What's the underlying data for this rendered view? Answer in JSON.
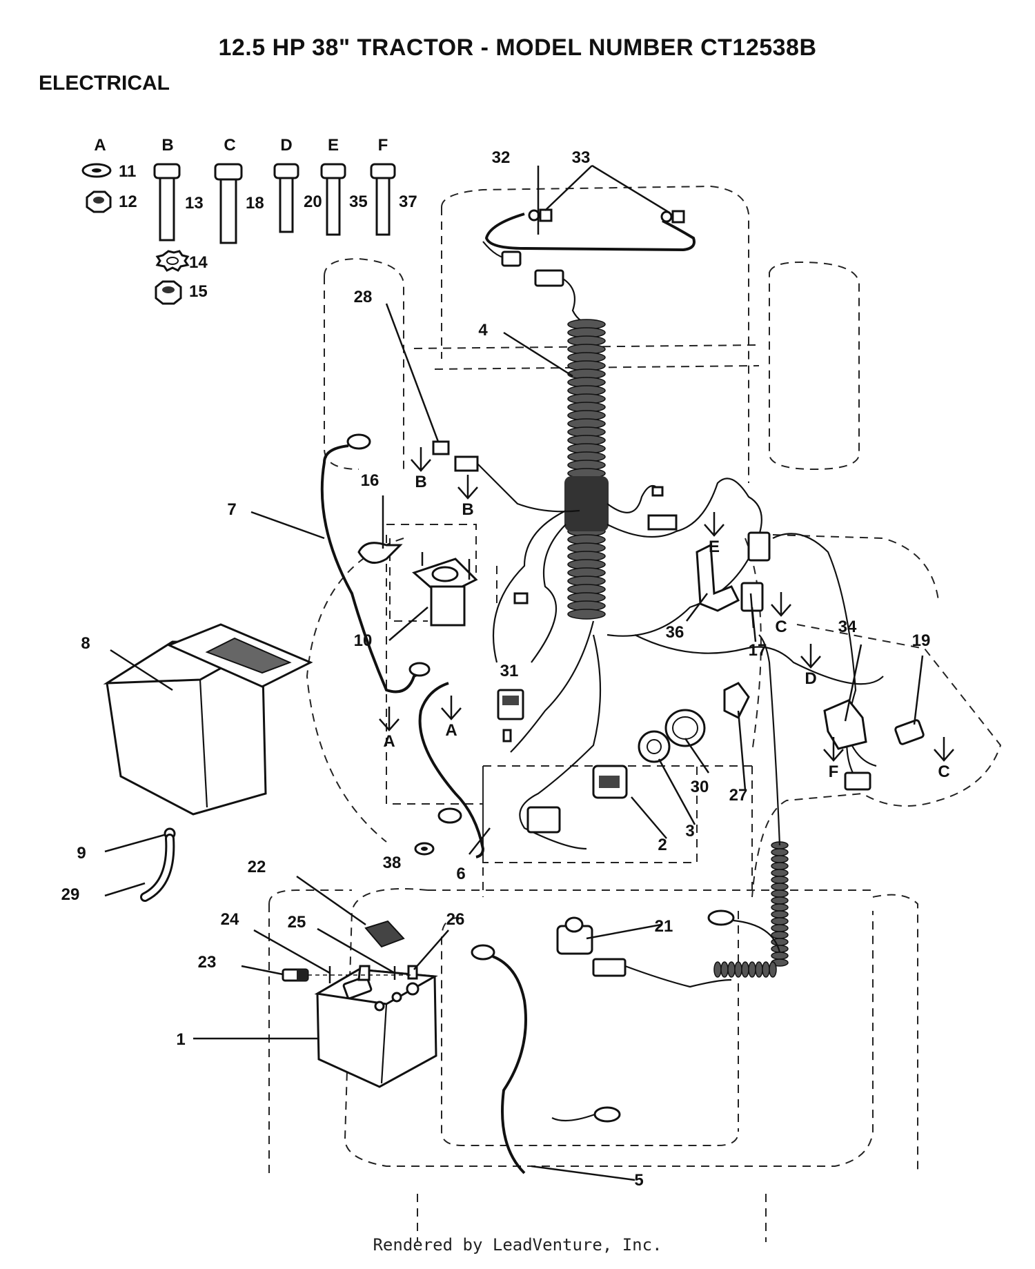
{
  "title": "12.5 HP 38\" TRACTOR - MODEL NUMBER CT12538B",
  "section": "ELECTRICAL",
  "footer": "Rendered by LeadVenture, Inc.",
  "hardware_columns": [
    "A",
    "B",
    "C",
    "D",
    "E",
    "F"
  ],
  "hardware_parts": [
    "11",
    "12",
    "13",
    "14",
    "15",
    "18",
    "20",
    "35",
    "37"
  ],
  "callouts": [
    "1",
    "2",
    "3",
    "4",
    "5",
    "6",
    "7",
    "8",
    "9",
    "10",
    "16",
    "17",
    "19",
    "21",
    "22",
    "23",
    "24",
    "25",
    "26",
    "27",
    "28",
    "29",
    "30",
    "31",
    "32",
    "33",
    "34",
    "36",
    "38"
  ],
  "refs": [
    "A",
    "A",
    "B",
    "B",
    "C",
    "C",
    "D",
    "E",
    "F"
  ]
}
